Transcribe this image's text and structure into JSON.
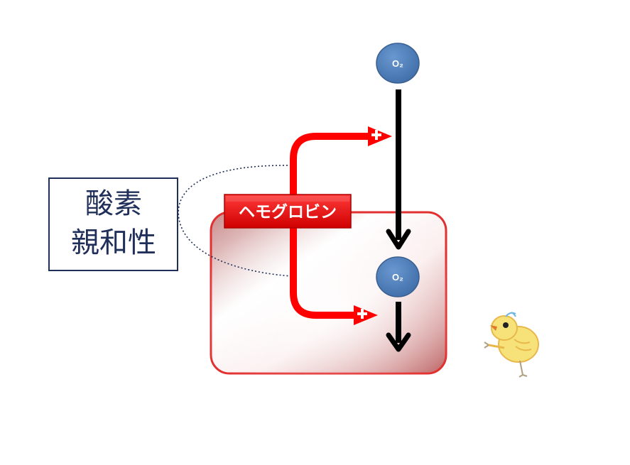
{
  "diagram": {
    "oxygen_top": {
      "label": "O₂"
    },
    "oxygen_mid": {
      "label": "O₂"
    },
    "hemoglobin_label": "ヘモグロビン",
    "affinity_box": {
      "line1": "酸素",
      "line2": "親和性"
    },
    "plus_symbol": "+"
  },
  "colors": {
    "o2_fill": "#4f7fbd",
    "o2_stroke": "#3a5f8f",
    "red": "#ff0000",
    "cell_border": "#e23030",
    "affinity_border": "#1f2f5a",
    "arrow_black": "#000000"
  }
}
